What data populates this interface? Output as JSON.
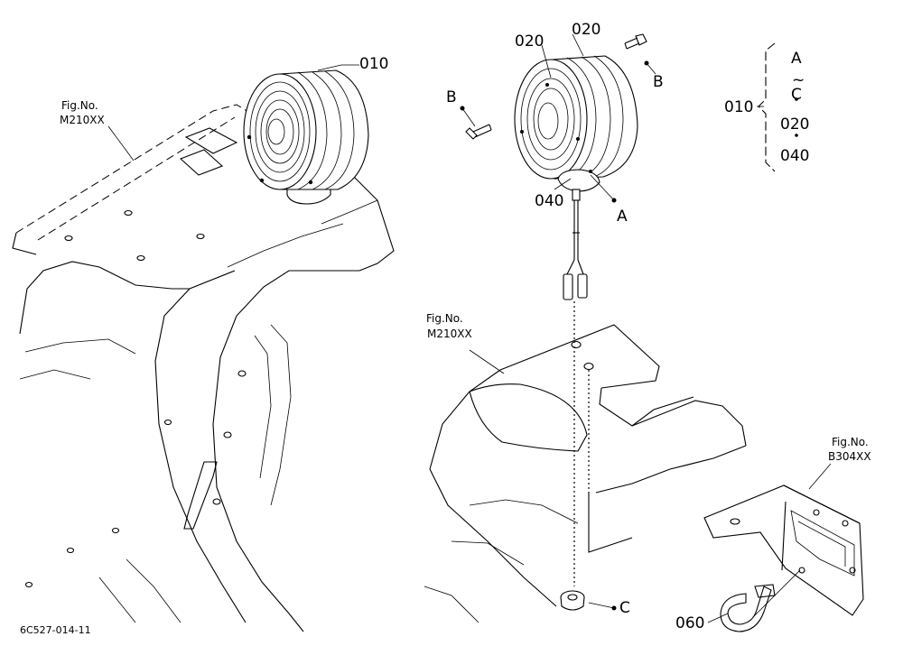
{
  "callouts": {
    "lamp_left": "010",
    "lamp_right_top1": "020",
    "lamp_right_top2": "020",
    "lamp_right_bottom": "040",
    "screw_left": "B",
    "screw_right": "B",
    "point_a": "A",
    "point_c": "C",
    "clamp": "060"
  },
  "fig_refs": {
    "left": {
      "label": "Fig.No.",
      "code": "M210XX"
    },
    "center": {
      "label": "Fig.No.",
      "code": "M210XX"
    },
    "right": {
      "label": "Fig.No.",
      "code": "B304XX"
    }
  },
  "legend": {
    "part": "010",
    "top": "A",
    "tilde": "~",
    "second": "C",
    "third": "020",
    "bottom": "040"
  },
  "drawing_code": "6C527-014-11"
}
